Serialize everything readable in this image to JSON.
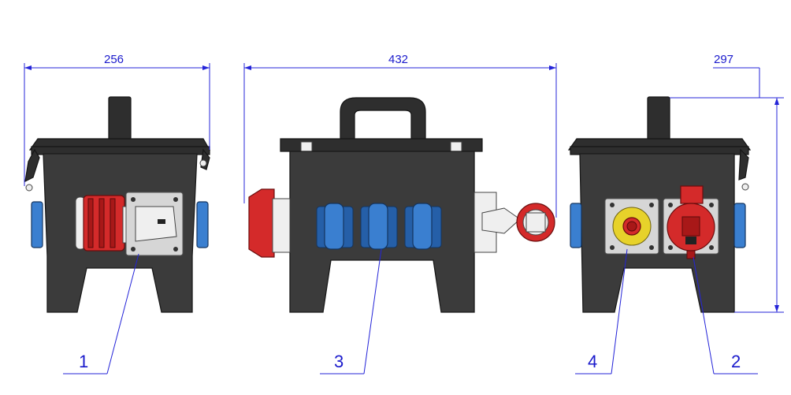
{
  "dimensions": {
    "side_width": "256",
    "front_width": "432",
    "height": "297"
  },
  "callouts": {
    "item1": "1",
    "item2": "2",
    "item3": "3",
    "item4": "4"
  },
  "colors": {
    "dimension_lines": "#2424d8",
    "housing": "#3b3b3b",
    "schuko_socket": "#3a7fd0",
    "cee_socket": "#d42a2a",
    "emergency_stop": "#e7d22a"
  }
}
